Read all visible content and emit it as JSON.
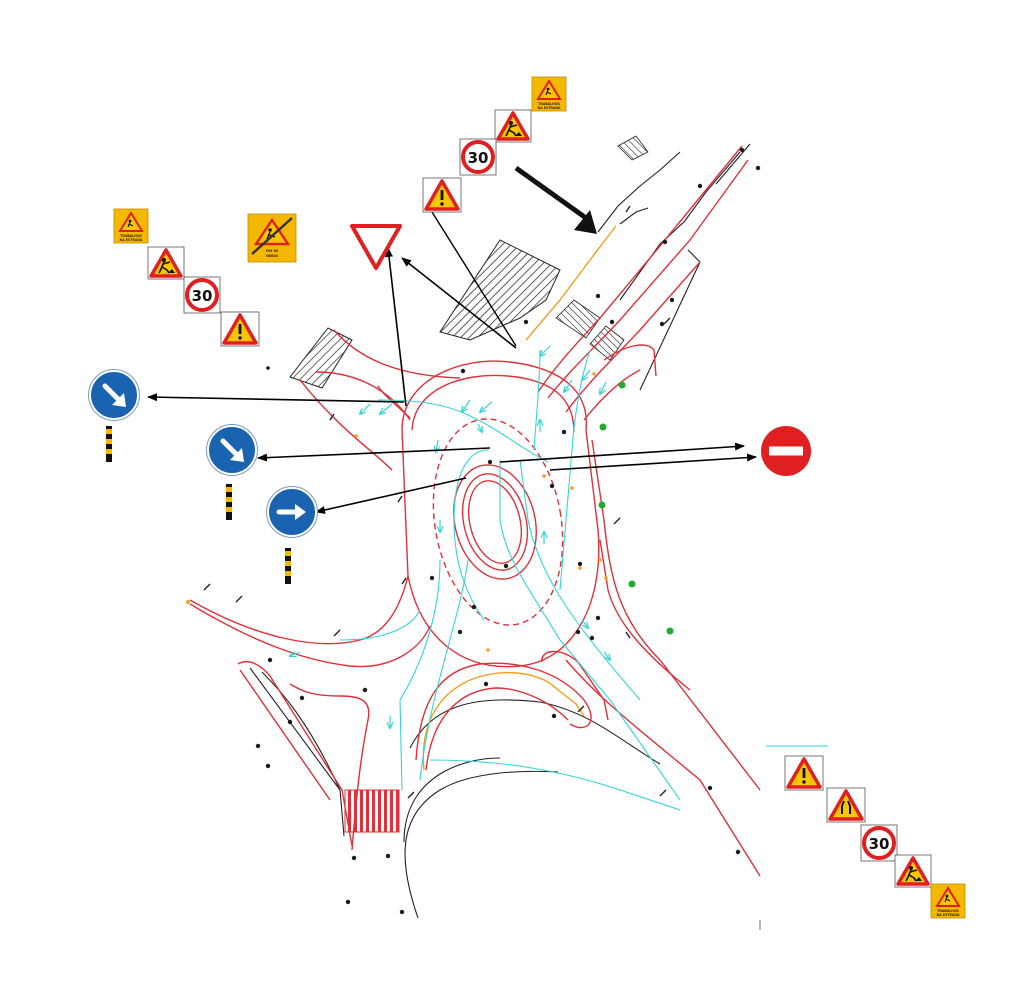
{
  "colors": {
    "road_edge": "#e0303a",
    "lane_path": "#33d6d6",
    "works_line": "#f0a020",
    "marker": "#1a1a1a",
    "tree": "#22aa33",
    "sign_red": "#e02020",
    "sign_blue": "#1a63b0",
    "sign_yellow": "#f5b800",
    "arrow": "#000000"
  },
  "signs": {
    "speed_limit": "30",
    "works_ahead_text": [
      "TRABALHOS",
      "NA ESTRADA"
    ],
    "end_of_works_text": [
      "FIM DE",
      "OBRAS"
    ]
  },
  "sign_groups": [
    {
      "group": "north",
      "order": [
        "works-ahead-panel",
        "roadworks-icon",
        "speed-limit-30-icon",
        "danger-warning-icon"
      ]
    },
    {
      "group": "north-west",
      "order": [
        "works-ahead-panel",
        "roadworks-icon",
        "speed-limit-30-icon",
        "danger-warning-icon"
      ]
    },
    {
      "group": "south-east",
      "order": [
        "danger-warning-icon",
        "road-narrows-icon",
        "speed-limit-30-icon",
        "roadworks-icon",
        "works-ahead-panel"
      ]
    }
  ],
  "standalone_signs": [
    "end-of-works-panel",
    "yield-icon",
    "no-entry-icon",
    "keep-right-icon",
    "keep-right-icon",
    "turn-right-icon"
  ]
}
